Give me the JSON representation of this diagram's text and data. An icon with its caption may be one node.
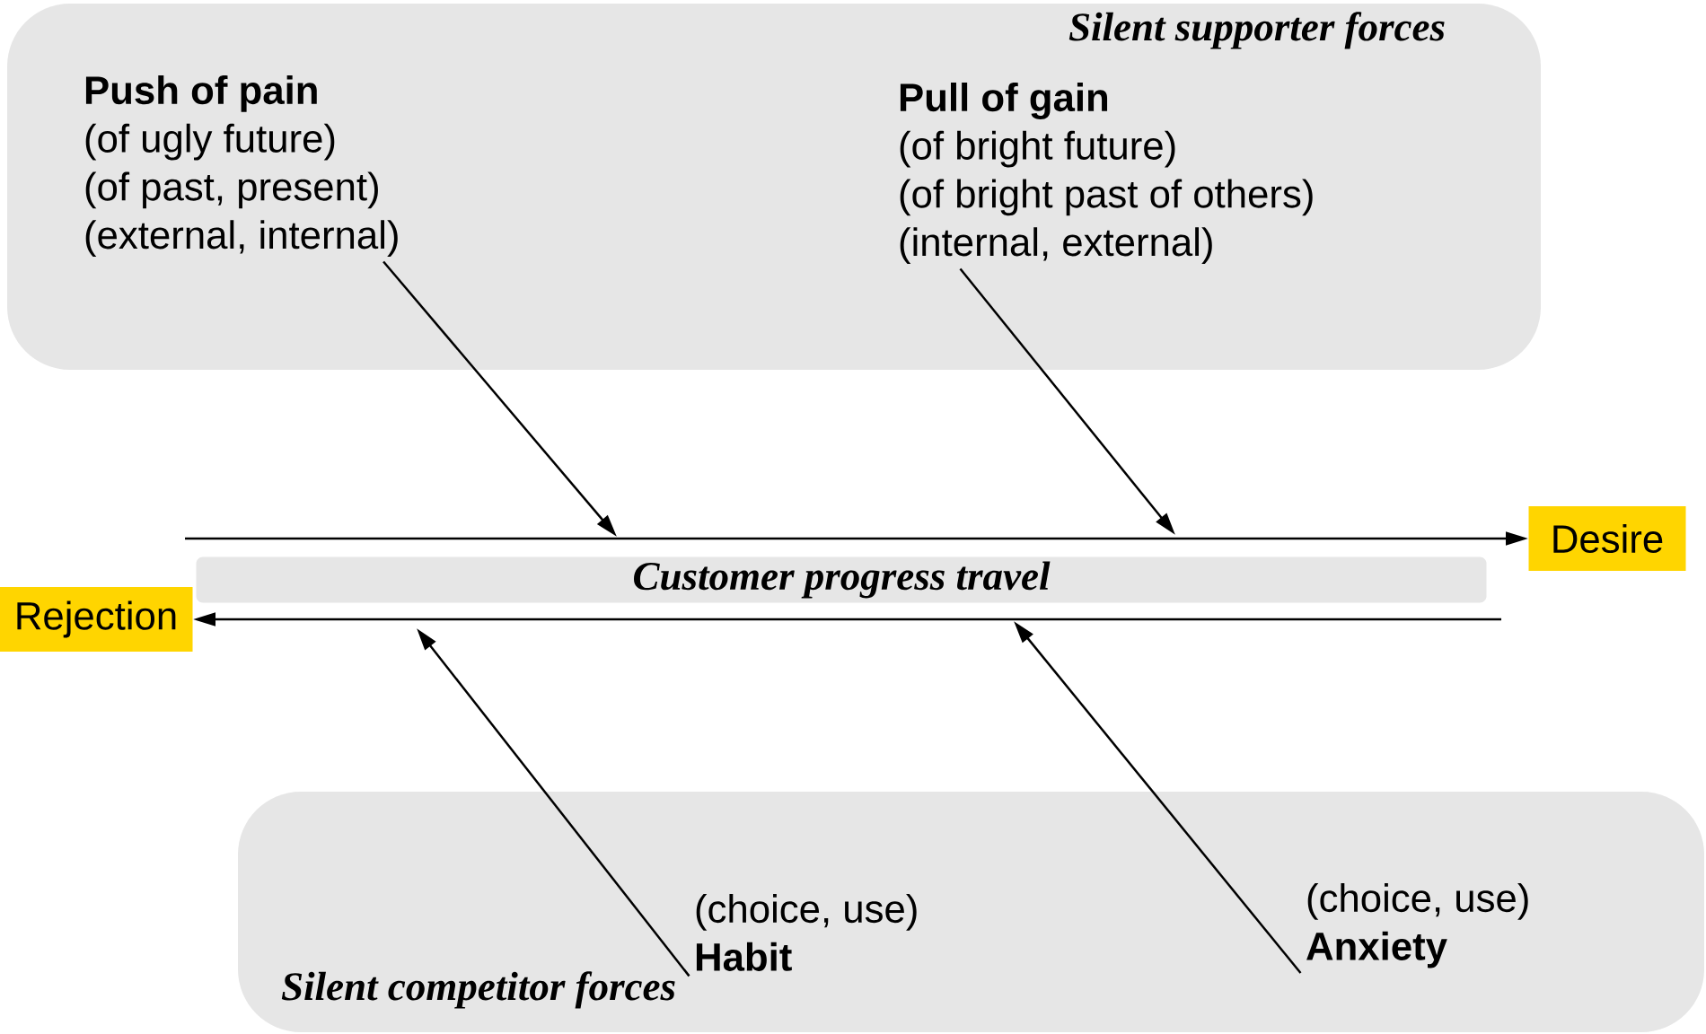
{
  "diagram": {
    "nodes": [
      {
        "text": [
          "Silent supporter forces"
        ]
      },
      {
        "text": [
          "Push of  pain",
          "(of ugly future)",
          "(of past, present)",
          "(external, internal)"
        ],
        "in": 0
      },
      {
        "text": [
          "Pull of gain",
          "(of bright future)",
          "(of bright past of others)",
          "(internal, external)"
        ],
        "in": 0
      },
      {
        "text": [
          "Desire"
        ]
      },
      {
        "text": [
          "Customer progress travel"
        ]
      },
      {
        "text": [
          "Rejection"
        ]
      },
      {
        "text": [
          "Silent competitor forces"
        ]
      },
      {
        "text": [
          "(choice, use)",
          "Habit"
        ],
        "in": 6
      },
      {
        "text": [
          "(choice, use)",
          "Anxiety"
        ],
        "in": 6
      }
    ],
    "edges": [
      {
        "from": null,
        "to": 3,
        "arrow": "to"
      },
      {
        "from": null,
        "to": 5,
        "arrow": "to"
      },
      {
        "from": 1,
        "to": null,
        "arrow": "to"
      },
      {
        "from": 2,
        "to": null,
        "arrow": "to"
      },
      {
        "from": 7,
        "to": null,
        "arrow": "to"
      },
      {
        "from": 8,
        "to": null,
        "arrow": "to"
      }
    ]
  }
}
